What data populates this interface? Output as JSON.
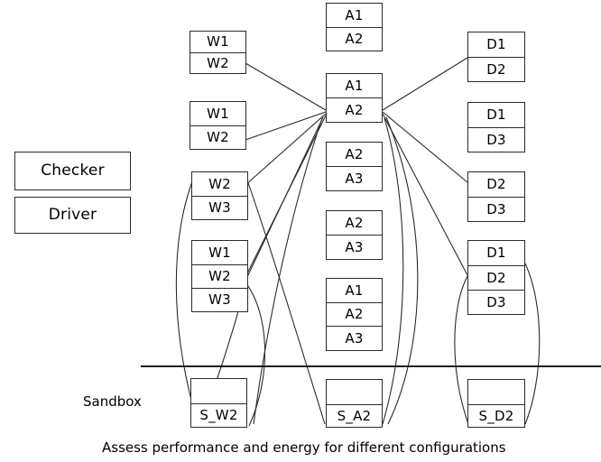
{
  "diagram": {
    "title_caption": "Assess performance and energy for different configurations",
    "sandbox_label": "Sandbox",
    "colors": {
      "stroke": "#2b2b2b",
      "text": "#000000",
      "background": "#ffffff",
      "divider": "#000000"
    },
    "left_blocks": [
      {
        "id": "checker",
        "label": "Checker"
      },
      {
        "id": "driver",
        "label": "Driver"
      }
    ],
    "workload_stacks": [
      {
        "id": "w-stack-1",
        "cells": [
          "W1",
          "W2"
        ]
      },
      {
        "id": "w-stack-2",
        "cells": [
          "W1",
          "W2"
        ]
      },
      {
        "id": "w-stack-3",
        "cells": [
          "W2",
          "W3"
        ]
      },
      {
        "id": "w-stack-4",
        "cells": [
          "W1",
          "W2",
          "W3"
        ]
      }
    ],
    "app_stacks": [
      {
        "id": "a-stack-1",
        "cells": [
          "A1",
          "A2"
        ]
      },
      {
        "id": "a-stack-2",
        "cells": [
          "A1",
          "A2"
        ]
      },
      {
        "id": "a-stack-3",
        "cells": [
          "A2",
          "A3"
        ]
      },
      {
        "id": "a-stack-4",
        "cells": [
          "A2",
          "A3"
        ]
      },
      {
        "id": "a-stack-5",
        "cells": [
          "A1",
          "A2",
          "A3"
        ]
      }
    ],
    "device_stacks": [
      {
        "id": "d-stack-1",
        "cells": [
          "D1",
          "D2"
        ]
      },
      {
        "id": "d-stack-2",
        "cells": [
          "D1",
          "D3"
        ]
      },
      {
        "id": "d-stack-3",
        "cells": [
          "D2",
          "D3"
        ]
      },
      {
        "id": "d-stack-4",
        "cells": [
          "D1",
          "D2",
          "D3"
        ]
      }
    ],
    "sandbox_stacks": [
      {
        "id": "s-stack-w",
        "cells": [
          "",
          "S_W2"
        ]
      },
      {
        "id": "s-stack-a",
        "cells": [
          "",
          "S_A2"
        ]
      },
      {
        "id": "s-stack-d",
        "cells": [
          "",
          "S_D2"
        ]
      }
    ]
  }
}
